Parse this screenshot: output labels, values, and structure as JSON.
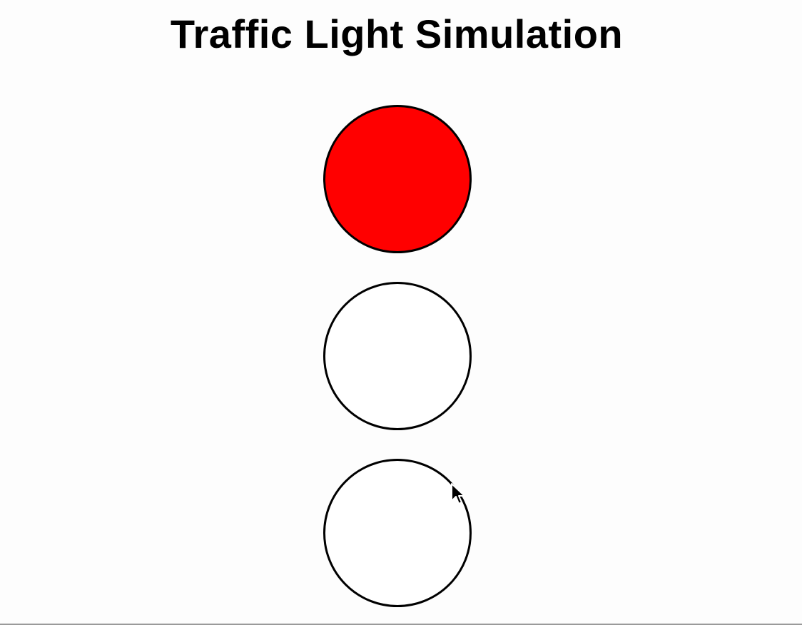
{
  "page": {
    "title": "Traffic Light Simulation"
  },
  "lights": [
    {
      "name": "red",
      "color": "#ff0000",
      "on": true
    },
    {
      "name": "yellow",
      "color": "#ffff00",
      "on": false
    },
    {
      "name": "green",
      "color": "#00ff00",
      "on": false
    }
  ],
  "off_color": "#ffffff",
  "cursor": {
    "icon": "arrow-cursor-icon"
  }
}
